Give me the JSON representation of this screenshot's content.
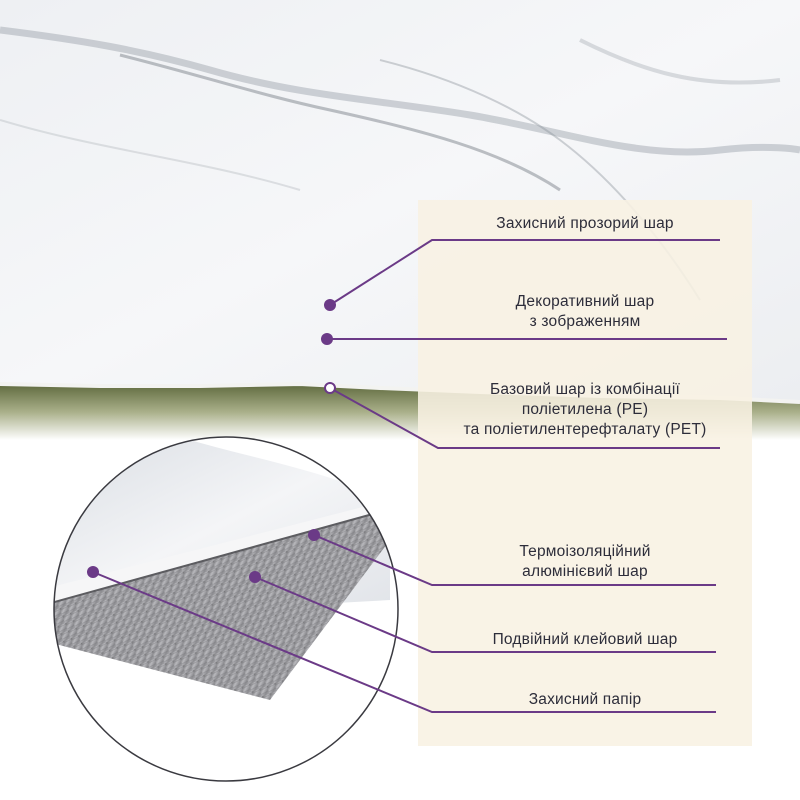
{
  "layers": [
    {
      "id": "protective-clear",
      "lines": [
        "Захисний прозорий шар"
      ]
    },
    {
      "id": "decorative",
      "lines": [
        "Декоративний шар",
        "з зображенням"
      ]
    },
    {
      "id": "base",
      "lines": [
        "Базовий шар із комбінації",
        "поліетилена (PE)",
        "та поліетилентерефталату (PET)"
      ]
    },
    {
      "id": "thermal",
      "lines": [
        "Термоізоляційний",
        "алюмінієвий шар"
      ]
    },
    {
      "id": "adhesive",
      "lines": [
        "Подвійний клейовий шар"
      ]
    },
    {
      "id": "release-paper",
      "lines": [
        "Захисний папір"
      ]
    }
  ],
  "colors": {
    "accent": "#6b3a87",
    "panel": "#f8f1e3",
    "text": "#2d2d3a"
  }
}
